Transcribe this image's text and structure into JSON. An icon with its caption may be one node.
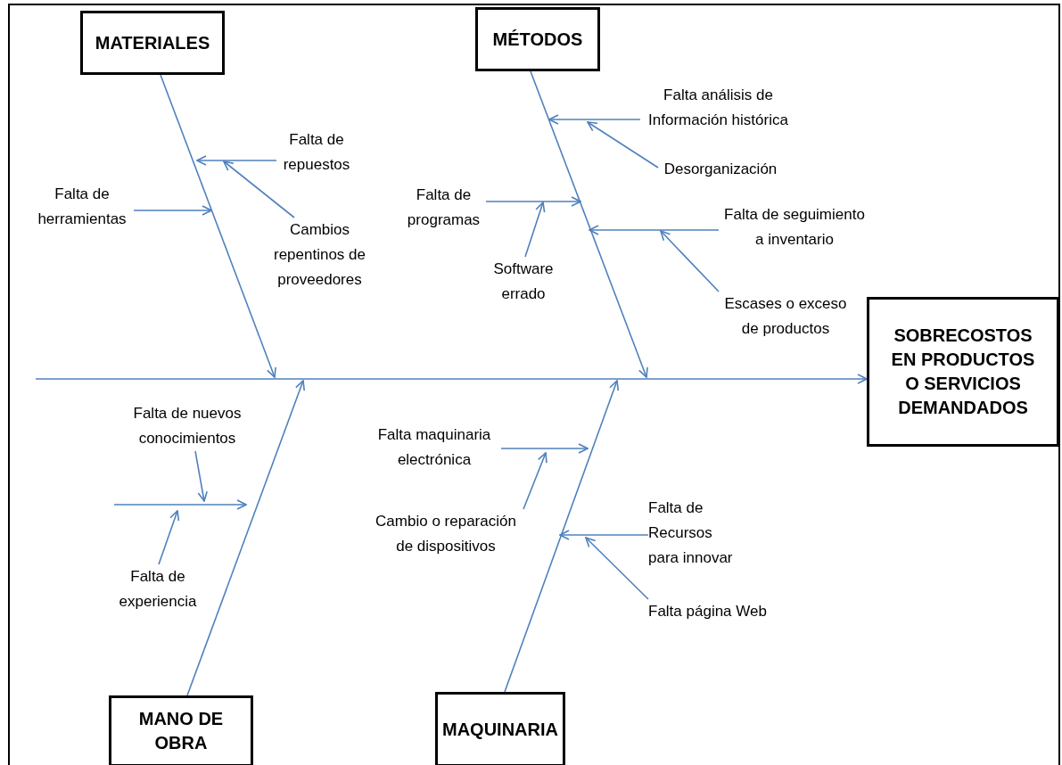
{
  "diagram": {
    "nodes": [
      {
        "text": [
          "MATERIALES"
        ]
      },
      {
        "text": [
          "MÉTODOS"
        ]
      },
      {
        "text": [
          "Falta de repuestos"
        ]
      },
      {
        "text": [
          "Falta de herramientas"
        ]
      },
      {
        "text": [
          "Cambios repentinos de proveedores"
        ]
      },
      {
        "text": [
          "Falta análisis de Información histórica"
        ]
      },
      {
        "text": [
          "Desorganización"
        ]
      },
      {
        "text": [
          "Falta de programas"
        ]
      },
      {
        "text": [
          "Falta de seguimiento a inventario"
        ]
      },
      {
        "text": [
          "Software errado"
        ]
      },
      {
        "text": [
          "Escases o exceso de productos"
        ]
      },
      {
        "text": [
          "SOBRECOSTOS EN PRODUCTOS O SERVICIOS DEMANDADOS"
        ]
      },
      {
        "text": [
          "Falta de nuevos conocimientos"
        ]
      },
      {
        "text": [
          "Falta maquinaria electrónica"
        ]
      },
      {
        "text": [
          "Cambio o reparación de dispositivos"
        ]
      },
      {
        "text": [
          "Falta de Recursos para innovar"
        ]
      },
      {
        "text": [
          "Falta de experiencia"
        ]
      },
      {
        "text": [
          "Falta página Web"
        ]
      },
      {
        "text": [
          "MANO DE OBRA"
        ]
      },
      {
        "text": [
          "MAQUINARIA"
        ]
      }
    ],
    "edges": [
      {
        "from": null,
        "to": 11,
        "arrow": "to"
      },
      {
        "from": 0,
        "to": null,
        "arrow": "to"
      },
      {
        "from": 1,
        "to": null,
        "arrow": "to"
      },
      {
        "from": 18,
        "to": null,
        "arrow": "to"
      },
      {
        "from": 19,
        "to": null,
        "arrow": "to"
      },
      {
        "from": 2,
        "to": null,
        "arrow": "to"
      },
      {
        "from": 4,
        "to": null,
        "arrow": "to"
      },
      {
        "from": 3,
        "to": null,
        "arrow": "to"
      },
      {
        "from": 5,
        "to": null,
        "arrow": "to"
      },
      {
        "from": 6,
        "to": null,
        "arrow": "to"
      },
      {
        "from": 7,
        "to": null,
        "arrow": "to"
      },
      {
        "from": 9,
        "to": null,
        "arrow": "to"
      },
      {
        "from": 8,
        "to": null,
        "arrow": "to"
      },
      {
        "from": 10,
        "to": null,
        "arrow": "to"
      },
      {
        "from": 12,
        "to": null,
        "arrow": "to"
      },
      {
        "from": 16,
        "to": null,
        "arrow": "to"
      },
      {
        "from": 13,
        "to": null,
        "arrow": "to"
      },
      {
        "from": 14,
        "to": null,
        "arrow": "to"
      },
      {
        "from": 15,
        "to": null,
        "arrow": "to"
      },
      {
        "from": 17,
        "to": null,
        "arrow": "to"
      }
    ]
  }
}
